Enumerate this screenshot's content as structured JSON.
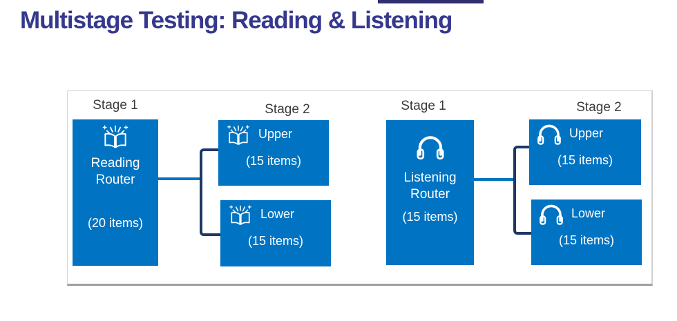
{
  "header": {
    "title": "Multistage Testing: Reading & Listening"
  },
  "colors": {
    "accent_blue": "#0073c2",
    "bracket_navy": "#1f3864",
    "title_indigo": "#35388d",
    "stage_label_gray": "#3b3b3b",
    "top_bar_navy": "#2e2e70",
    "card_border": "#d6d6d6",
    "card_border_bottom": "#9f9f9f",
    "box_text": "#ffffff"
  },
  "sections": {
    "reading": {
      "stage1_label": "Stage 1",
      "stage2_label": "Stage 2",
      "icon": "open-book-sparkles-icon",
      "router": {
        "name_line1": "Reading",
        "name_line2": "Router",
        "items": "(20 items)"
      },
      "upper": {
        "label": "Upper",
        "items": "(15 items)"
      },
      "lower": {
        "label": "Lower",
        "items": "(15 items)"
      }
    },
    "listening": {
      "stage1_label": "Stage 1",
      "stage2_label": "Stage 2",
      "icon": "headphones-icon",
      "router": {
        "name_line1": "Listening",
        "name_line2": "Router",
        "items": "(15 items)"
      },
      "upper": {
        "label": "Upper",
        "items": "(15 items)"
      },
      "lower": {
        "label": "Lower",
        "items": "(15 items)"
      }
    }
  }
}
